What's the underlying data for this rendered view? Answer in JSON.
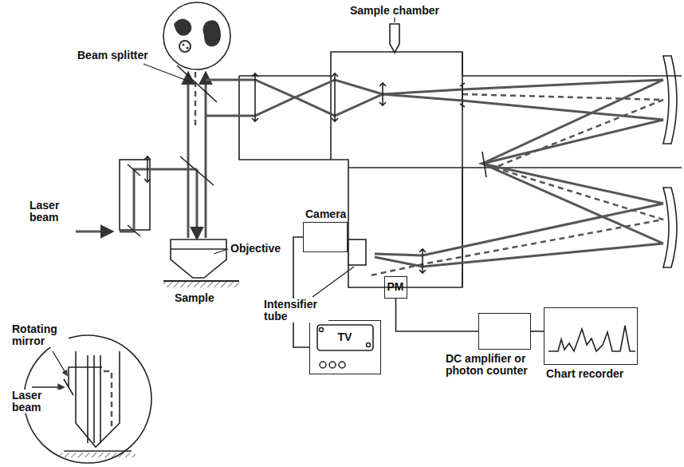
{
  "diagram": {
    "nodes": [
      {
        "text": [
          "Camera"
        ]
      },
      {
        "text": [
          "PM"
        ]
      },
      {
        "text": [
          "TV"
        ]
      },
      {
        "text": [
          "DC amplifier or photon counter"
        ]
      },
      {
        "text": [
          "Chart recorder"
        ]
      }
    ],
    "edges": [
      {
        "from": 0,
        "to": 2,
        "arrow": "none"
      },
      {
        "from": 1,
        "to": 3,
        "arrow": "none"
      },
      {
        "from": 3,
        "to": 4,
        "arrow": "none"
      }
    ],
    "labels": [
      "Sample chamber",
      "Beam splitter",
      "Laser beam",
      "Objective",
      "Sample",
      "Intensifier tube",
      "Laser beam",
      "Rotating mirror"
    ]
  }
}
